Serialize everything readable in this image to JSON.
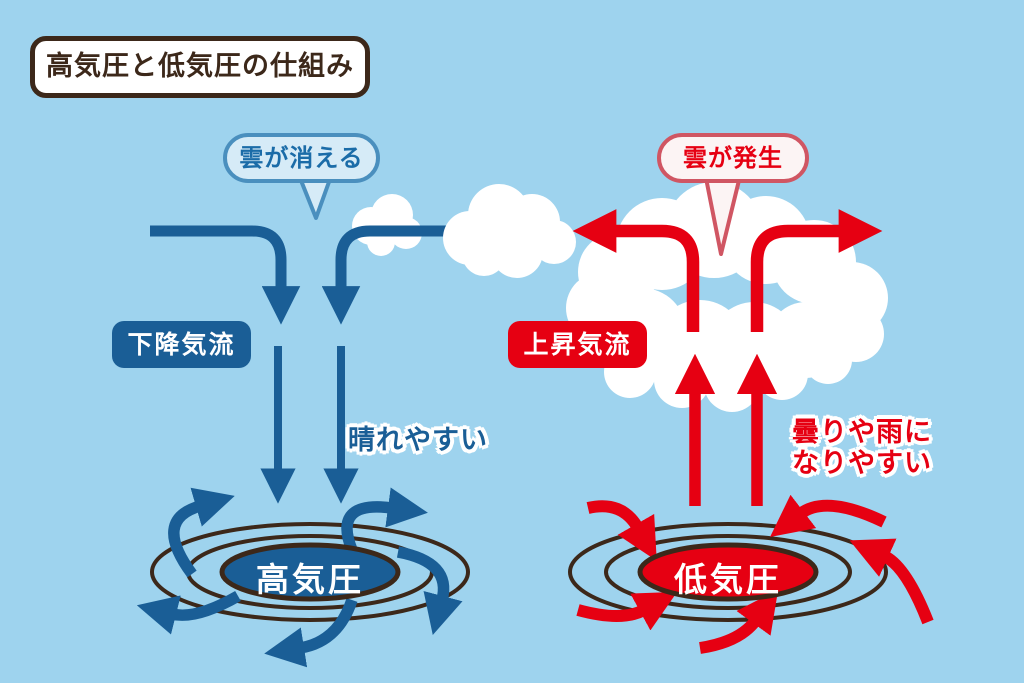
{
  "title": "高気圧と低気圧の仕組み",
  "high_pressure": {
    "bubble_label": "雲が消える",
    "current_label": "下降気流",
    "weather_note": "晴れやすい",
    "name": "高気圧"
  },
  "low_pressure": {
    "bubble_label": "雲が発生",
    "current_label": "上昇気流",
    "weather_note_line1": "曇りや雨に",
    "weather_note_line2": "なりやすい",
    "name": "低気圧"
  },
  "colors": {
    "bg": "#9ED3EE",
    "blue": "#1A5E96",
    "red": "#E60012",
    "brown": "#3C281A",
    "cloud": "#FFFFFF",
    "bubble_blue_fill": "#D6EBF7",
    "bubble_blue_border": "#4A8FBE",
    "bubble_blue_text": "#1B6CA8",
    "bubble_red_fill": "#FCF4F4",
    "bubble_red_border": "#D05663"
  }
}
